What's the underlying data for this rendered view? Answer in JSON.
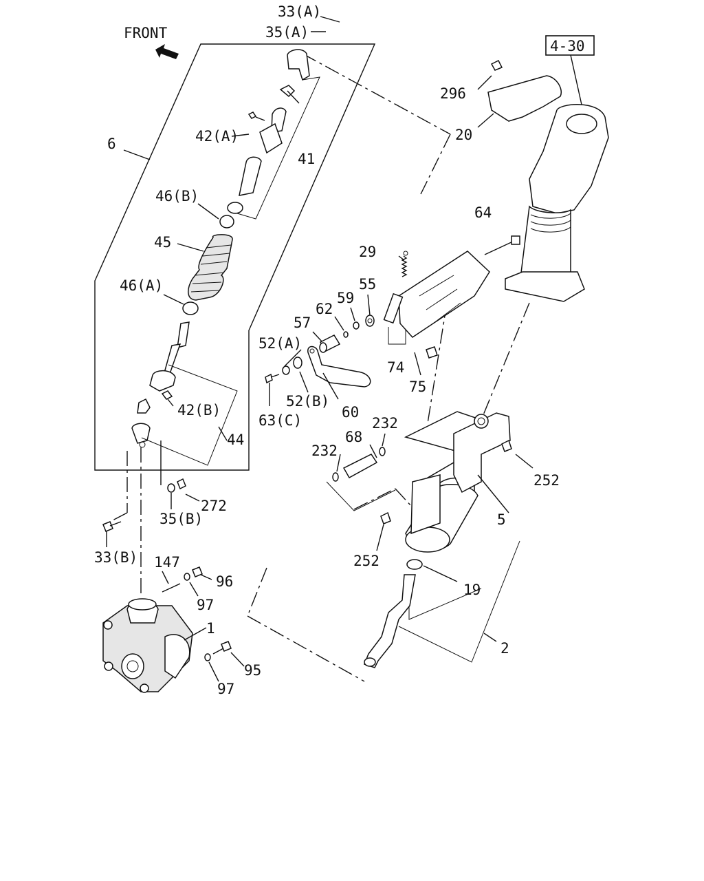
{
  "front_label": "FRONT",
  "ref_box": "4-30",
  "labels": {
    "l33a": "33(A)",
    "l35a": "35(A)",
    "l296": "296",
    "l20": "20",
    "l6": "6",
    "l42a": "42(A)",
    "l41": "41",
    "l46b": "46(B)",
    "l45": "45",
    "l46a": "46(A)",
    "l64": "64",
    "l29": "29",
    "l55": "55",
    "l59": "59",
    "l62": "62",
    "l57": "57",
    "l52a": "52(A)",
    "l52b": "52(B)",
    "l60": "60",
    "l63c": "63(C)",
    "l74": "74",
    "l75": "75",
    "l42b": "42(B)",
    "l44": "44",
    "l232a": "232",
    "l232b": "232",
    "l68": "68",
    "l252a": "252",
    "l252b": "252",
    "l5": "5",
    "l272": "272",
    "l35b": "35(B)",
    "l33b": "33(B)",
    "l147": "147",
    "l96": "96",
    "l97a": "97",
    "l19": "19",
    "l1": "1",
    "l2": "2",
    "l95": "95",
    "l97b": "97"
  }
}
